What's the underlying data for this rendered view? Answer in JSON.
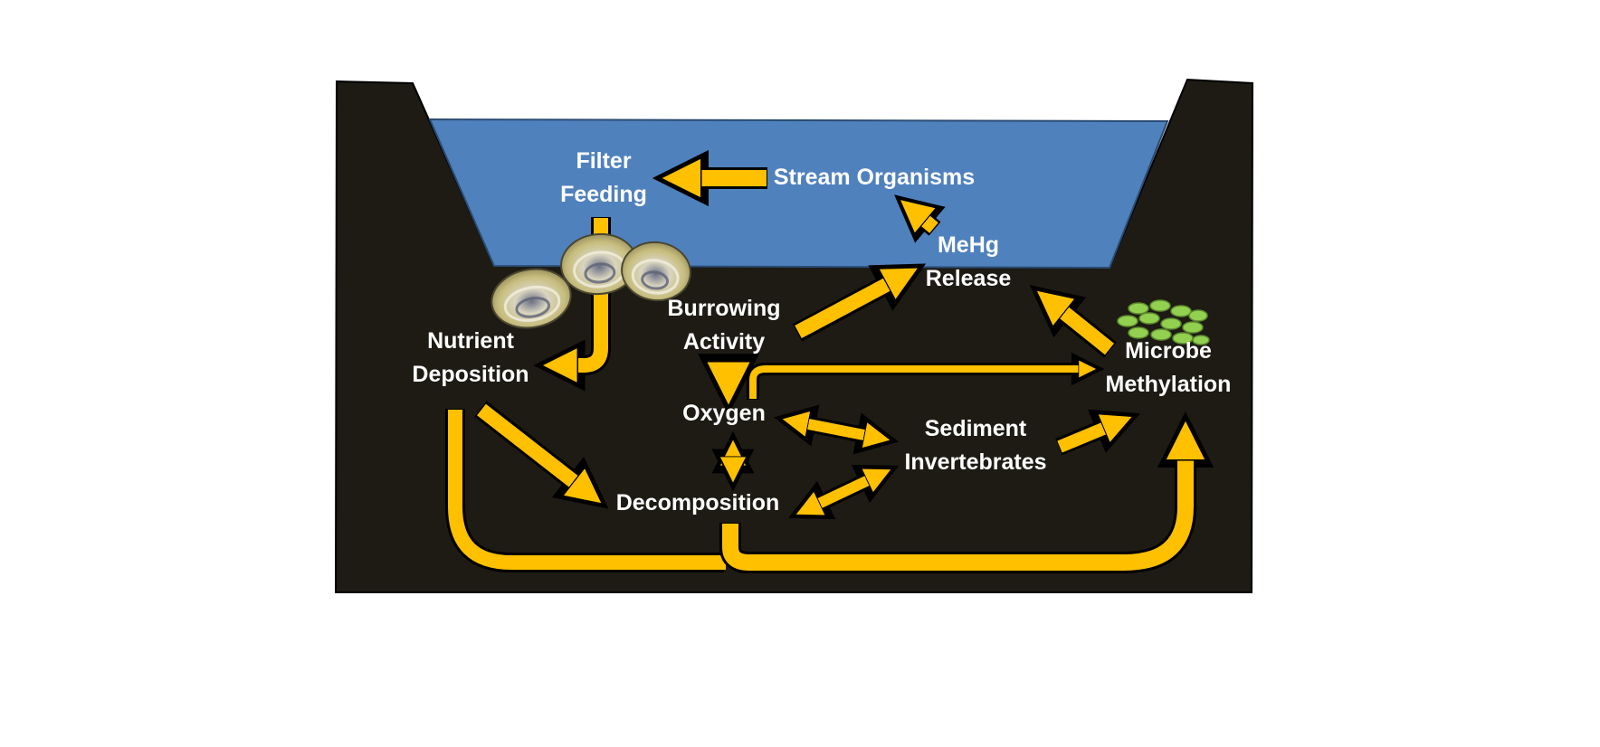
{
  "colors": {
    "background": "#ffffff",
    "sediment": "#1d1b14",
    "water": "#4f81bd",
    "arrow": "#ffc000",
    "arrow_outline": "#000000",
    "label": "#ffffff",
    "microbes": "#92d050",
    "mussel_shell": "#c9c08a"
  },
  "labels": {
    "filter_feeding": "Filter\nFeeding",
    "stream_organisms": "Stream Organisms",
    "mehg_release": "MeHg\nRelease",
    "burrowing_activity": "Burrowing\nActivity",
    "nutrient_deposition": "Nutrient\nDeposition",
    "microbe_methylation": "Microbe\nMethylation",
    "oxygen": "Oxygen",
    "sediment_invertebrates": "Sediment\nInvertebrates",
    "decomposition": "Decomposition"
  },
  "icons": {
    "mussels": "freshwater-mussel-shells",
    "microbes": "green-microbe-cluster"
  }
}
